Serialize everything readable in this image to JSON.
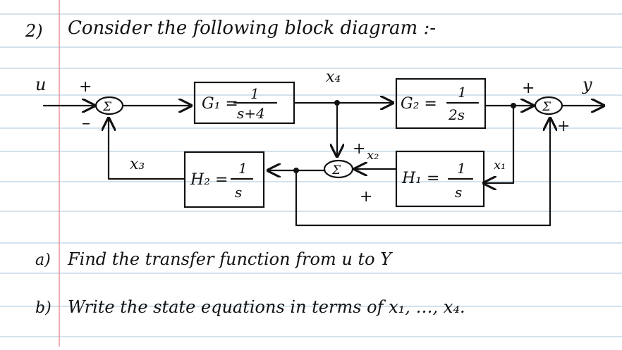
{
  "problem": {
    "number": "2)",
    "intro": "Consider the following block diagram :-"
  },
  "signals": {
    "input": "u",
    "output": "y",
    "x1": "x₁",
    "x2": "x₂",
    "x3": "x₃",
    "x4": "x₄"
  },
  "blocks": {
    "g1": {
      "name": "G₁ =",
      "numerator": "1",
      "denominator": "s+4"
    },
    "g2": {
      "name": "G₂ =",
      "numerator": "1",
      "denominator": "2s"
    },
    "h1": {
      "name": "H₁ =",
      "numerator": "1",
      "denominator": "s"
    },
    "h2": {
      "name": "H₂ =",
      "numerator": "1",
      "denominator": "s"
    }
  },
  "summing": {
    "symbol": "Σ",
    "plus": "+",
    "minus": "–"
  },
  "questions": [
    {
      "label": "a)",
      "text": "Find the transfer function from u to Y"
    },
    {
      "label": "b)",
      "text": "Write the state equations in terms of x₁, …, x₄."
    }
  ],
  "colors": {
    "paper": "#ffffff",
    "rule_line": "#b9d0e4",
    "margin_line": "#e5979b",
    "ink": "#111111"
  }
}
